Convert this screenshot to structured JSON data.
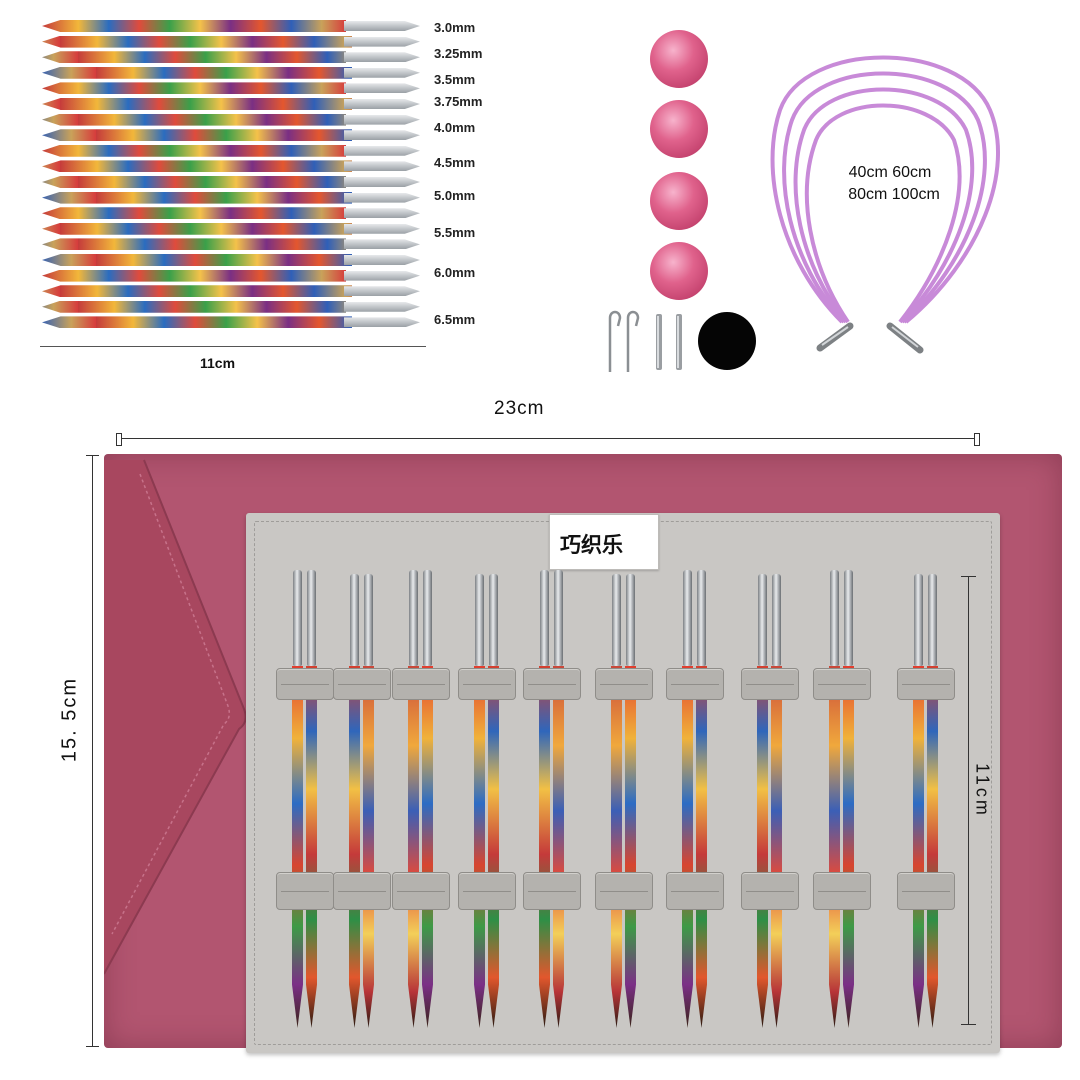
{
  "needle_sizes": [
    "3.0mm",
    "3.25mm",
    "3.5mm",
    "3.75mm",
    "4.0mm",
    "4.5mm",
    "5.0mm",
    "5.5mm",
    "6.0mm",
    "6.5mm"
  ],
  "needle_length_label": "11cm",
  "cable_lengths": {
    "line1": "40cm  60cm",
    "line2": "80cm  100cm"
  },
  "case_width_label": "23cm",
  "case_height_label": "15. 5cm",
  "inner_length_label": "11cm",
  "brand_label": "巧织乐",
  "colors": {
    "case_pink": "#b25570",
    "felt_grey": "#c9c7c4",
    "stopper_pink": "#e0628c",
    "cable_lilac": "#c88ad8"
  },
  "icons": [
    "stopper-ball-icon",
    "cable-key-icon",
    "end-cap-icon",
    "connector-icon",
    "gripper-disc-icon"
  ]
}
